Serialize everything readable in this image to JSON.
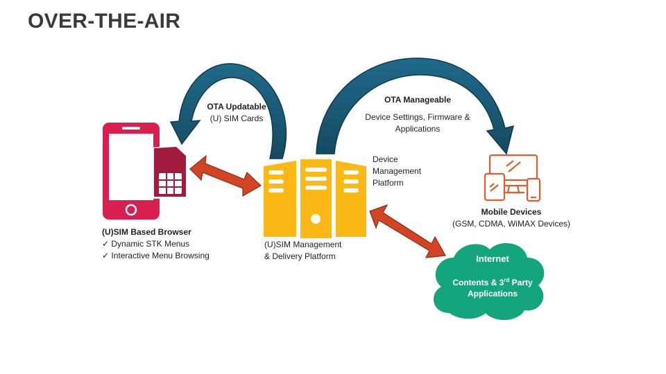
{
  "title": "OVER-THE-AIR",
  "ota_updatable": {
    "heading": "OTA Updatable",
    "sub": "(U) SIM Cards"
  },
  "ota_manageable": {
    "heading": "OTA Manageable",
    "line1": "Device Settings, Firmware &",
    "line2": "Applications"
  },
  "device_mgmt": {
    "line1": "Device",
    "line2": "Management",
    "line3": "Platform"
  },
  "usim_mgmt": {
    "line1": "(U)SIM Management",
    "line2": "& Delivery Platform"
  },
  "browser": {
    "heading": "(U)SIM Based Browser",
    "items": [
      "Dynamic STK Menus",
      "Interactive Menu Browsing"
    ]
  },
  "mobile": {
    "heading": "Mobile Devices",
    "sub": "(GSM, CDMA, WiMAX Devices)"
  },
  "internet": {
    "heading": "Internet",
    "line1_pre": "Contents & 3",
    "line1_sup": "rd",
    "line1_post": " Party",
    "line2": "Applications"
  },
  "colors": {
    "phone": "#d81f4f",
    "sim": "#a01b3d",
    "server": "#fcb815",
    "arrow_blue": "#1c5f7d",
    "arrow_red": "#d14424",
    "device": "#e35a2d",
    "cloud": "#15a57d"
  },
  "icons": [
    "smartphone-icon",
    "sim-card-icon",
    "server-icon",
    "devices-icon",
    "cloud-icon"
  ]
}
